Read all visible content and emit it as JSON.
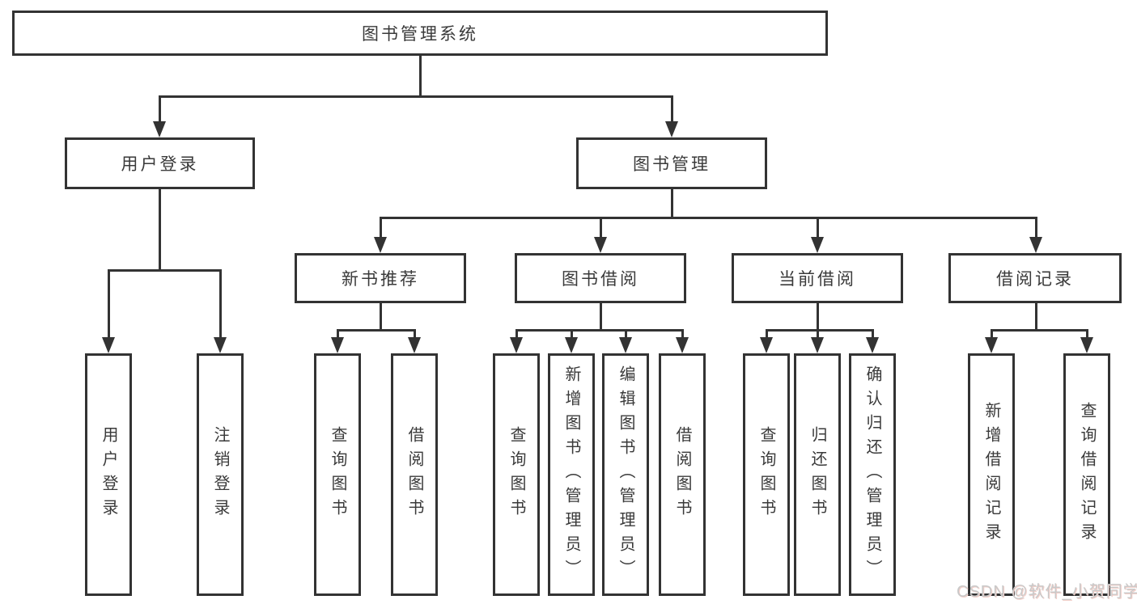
{
  "nodes": {
    "root": "图书管理系统",
    "level2": [
      "用户登录",
      "图书管理"
    ],
    "level3": [
      "新书推荐",
      "图书借阅",
      "当前借阅",
      "借阅记录"
    ],
    "leaves_user": [
      "用户登录",
      "注销登录"
    ],
    "leaves_newbook": [
      "查询图书",
      "借阅图书"
    ],
    "leaves_borrow": [
      "查询图书",
      "新增图书（管理员）",
      "编辑图书（管理员）",
      "借阅图书"
    ],
    "leaves_current": [
      "查询图书",
      "归还图书",
      "确认归还（管理员）"
    ],
    "leaves_records": [
      "新增借阅记录",
      "查询借阅记录"
    ]
  },
  "watermark": "CSDN @软件_小贺同学",
  "colors": {
    "line": "#333333",
    "text": "#3a3a3a",
    "background": "#ffffff",
    "watermark": "#c9c9c9"
  }
}
